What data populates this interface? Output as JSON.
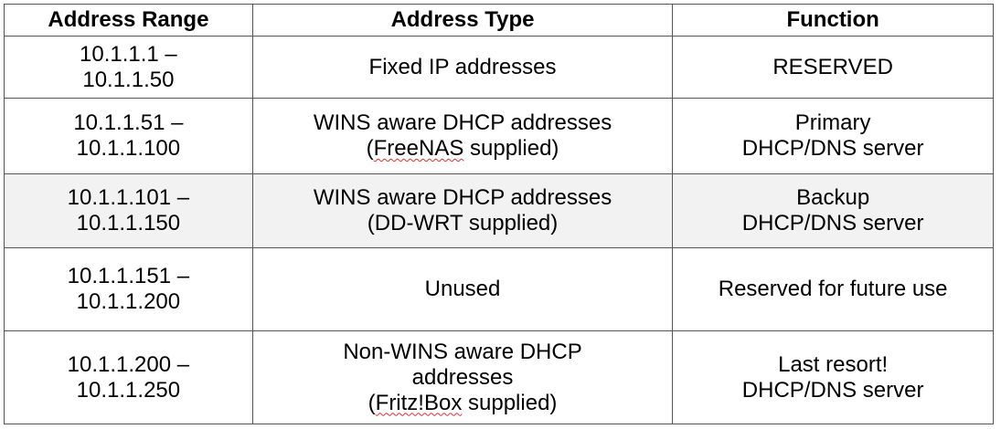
{
  "table": {
    "headers": [
      "Address Range",
      "Address Type",
      "Function"
    ],
    "rows": [
      {
        "range": [
          "10.1.1.1 –",
          "10.1.1.50"
        ],
        "type": [
          "Fixed IP addresses"
        ],
        "function": [
          "RESERVED"
        ],
        "shaded": false
      },
      {
        "range": [
          "10.1.1.51 –",
          "10.1.1.100"
        ],
        "type": [
          "WINS aware DHCP addresses",
          "(FreeNAS supplied)"
        ],
        "function": [
          "Primary",
          "DHCP/DNS server"
        ],
        "shaded": false
      },
      {
        "range": [
          "10.1.1.101 –",
          "10.1.1.150"
        ],
        "type": [
          "WINS aware DHCP addresses",
          "(DD-WRT supplied)"
        ],
        "function": [
          "Backup",
          "DHCP/DNS server"
        ],
        "shaded": true
      },
      {
        "range": [
          "10.1.1.151 –",
          "10.1.1.200"
        ],
        "type": [
          "Unused"
        ],
        "function": [
          "Reserved for future use"
        ],
        "shaded": false
      },
      {
        "range": [
          "10.1.1.200 –",
          "10.1.1.250"
        ],
        "type": [
          "Non-WINS aware DHCP",
          "addresses",
          "(Fritz!Box supplied)"
        ],
        "function": [
          "Last resort!",
          "DHCP/DNS server"
        ],
        "shaded": false
      }
    ],
    "spellcheck_words": [
      "FreeNAS",
      "Fritz!Box"
    ]
  }
}
